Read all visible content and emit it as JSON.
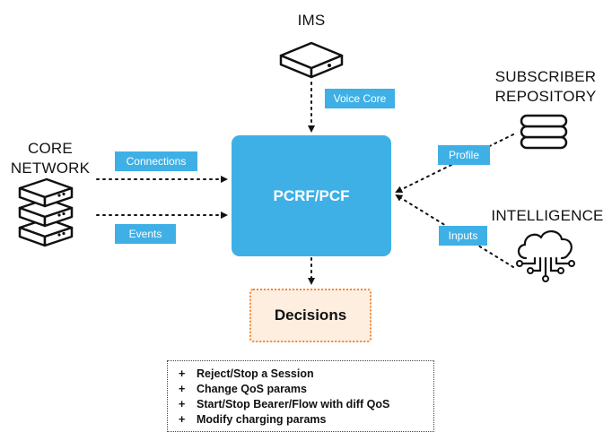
{
  "nodes": {
    "ims": "IMS",
    "subscriber": [
      "SUBSCRIBER",
      "REPOSITORY"
    ],
    "core": [
      "CORE",
      "NETWORK"
    ],
    "intelligence": "INTELLIGENCE",
    "pcrf": "PCRF/PCF",
    "decisions": "Decisions"
  },
  "tags": {
    "voice_core": "Voice Core",
    "connections": "Connections",
    "events": "Events",
    "profile": "Profile",
    "inputs": "Inputs"
  },
  "actions": [
    {
      "bullet": "+",
      "text": "Reject/Stop a Session"
    },
    {
      "bullet": "+",
      "text": "Change QoS params"
    },
    {
      "bullet": "+",
      "text": "Start/Stop Bearer/Flow with diff QoS"
    },
    {
      "bullet": "+",
      "text": "Modify charging params"
    }
  ],
  "colors": {
    "accent": "#3fb0e6",
    "decisions_fill": "#fdeee0",
    "decisions_border": "#f08a3c"
  },
  "icons": {
    "ims": "server-box-icon",
    "subscriber": "database-icon",
    "core": "server-stack-icon",
    "intelligence": "cloud-circuit-icon"
  }
}
